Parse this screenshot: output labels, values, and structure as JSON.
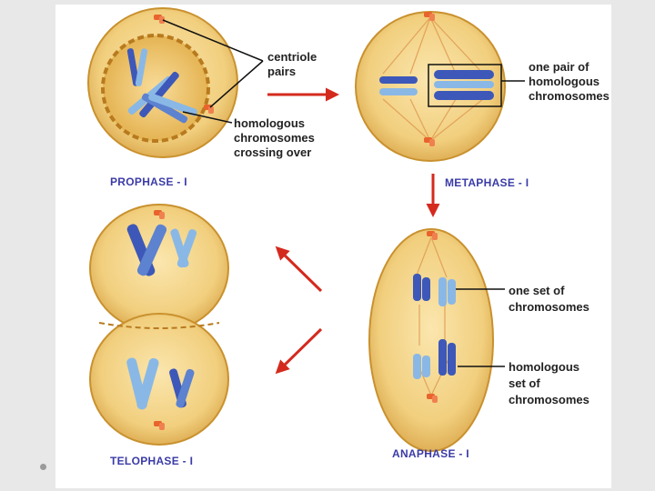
{
  "phases": {
    "prophase": "PROPHASE - I",
    "metaphase": "METAPHASE - I",
    "anaphase": "ANAPHASE - I",
    "telophase": "TELOPHASE - I"
  },
  "labels": {
    "centriole": [
      "centriole",
      "pairs"
    ],
    "crossing": [
      "homologous",
      "chromosomes",
      "crossing over"
    ],
    "one_pair": [
      "one pair of",
      "homologous",
      "chromosomes"
    ],
    "one_set": [
      "one set of",
      "chromosomes"
    ],
    "homologous_set": [
      "homologous",
      "set of",
      "chromosomes"
    ]
  },
  "colors": {
    "cell_fill": "#f1cf7e",
    "cell_edge": "#c9912e",
    "nucleus": "#e7b452",
    "chromosome_dark": "#3d58b8",
    "chromosome_light": "#8ab8e6",
    "centriole": "#e8642c",
    "arrow": "#d42a1e",
    "phase_text": "#3b3ba8"
  }
}
